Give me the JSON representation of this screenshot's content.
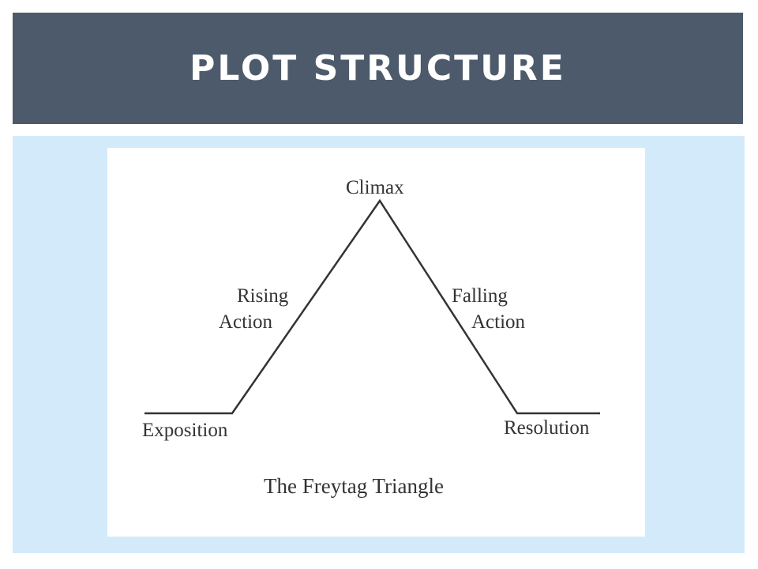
{
  "slide": {
    "title": "PLOT STRUCTURE"
  },
  "diagram": {
    "labels": {
      "climax": "Climax",
      "rising_line1": "Rising",
      "rising_line2": "Action",
      "falling_line1": "Falling",
      "falling_line2": "Action",
      "exposition": "Exposition",
      "resolution": "Resolution",
      "caption": "The Freytag Triangle"
    }
  },
  "colors": {
    "title_bar": "#4d5a6c",
    "content_bg": "#d3eafb",
    "line": "#333333"
  }
}
